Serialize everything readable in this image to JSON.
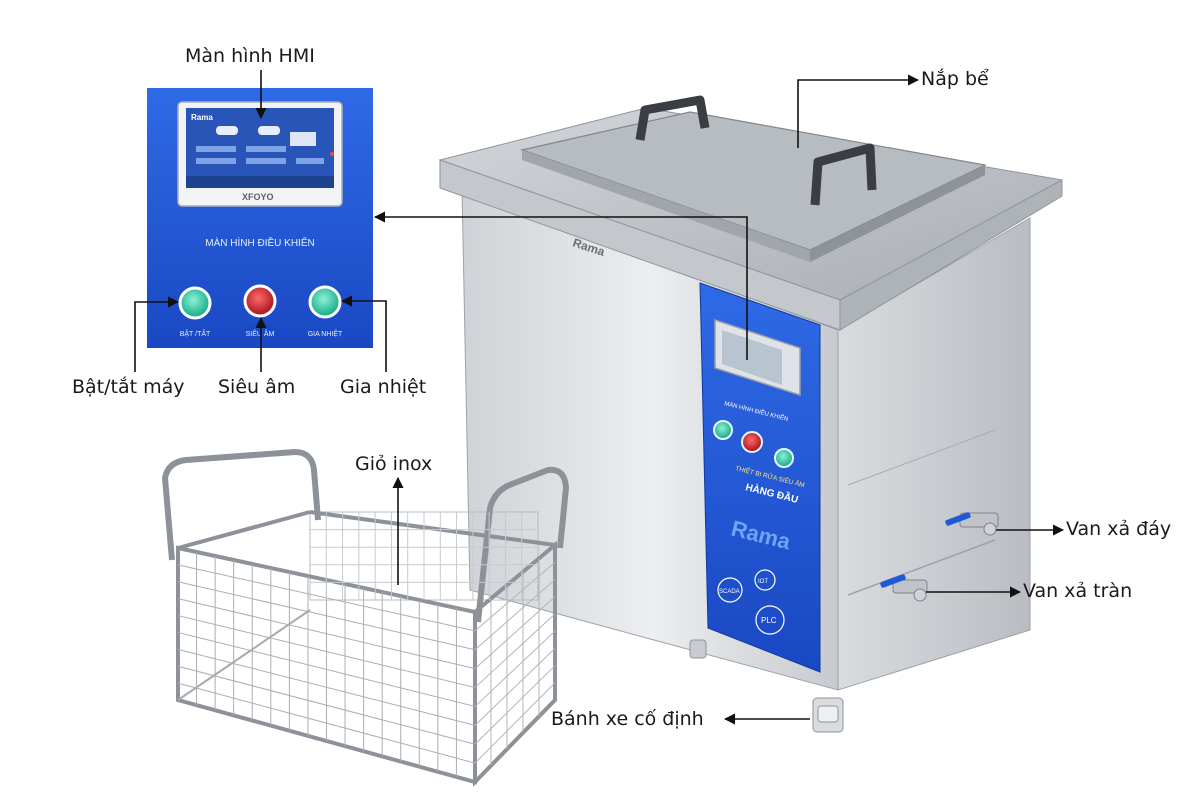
{
  "colors": {
    "panel_blue": "#1f57d6",
    "panel_blue_light": "#3f7cf0",
    "steel_light": "#e6e8ea",
    "steel_mid": "#c9ccd0",
    "steel_dark": "#9ea3a8",
    "button_green": "#22c39a",
    "button_red": "#d21e2b",
    "valve_blue": "#1e5ad8",
    "arrow": "#111111"
  },
  "callouts": {
    "hmi_screen": "Màn hình HMI",
    "lid": "Nắp bể",
    "power": "Bật/tắt máy",
    "ultrasonic": "Siêu âm",
    "heating": "Gia nhiệt",
    "basket": "Giỏ inox",
    "bottom_drain": "Van xả đáy",
    "overflow_drain": "Van xả tràn",
    "wheels": "Bánh xe cố định"
  },
  "panel": {
    "title": "MÀN HÌNH ĐIỀU KHIỂN",
    "brand": "XFOYO",
    "screen_logo": "Rama",
    "button_labels": [
      "BẬT /TẮT",
      "SIÊU ÂM",
      "GIA NHIỆT"
    ]
  },
  "machine": {
    "brand": "Rama",
    "sticker_line1": "THIẾT BỊ RỬA SIÊU ÂM",
    "sticker_line2": "HÀNG ĐẦU",
    "sticker_logo": "Rama",
    "badges": [
      "SCADA",
      "IOT",
      "PLC"
    ]
  },
  "icons": {
    "handle": "lid-handle-icon",
    "valve": "ball-valve-icon",
    "wheel": "caster-wheel-icon"
  }
}
